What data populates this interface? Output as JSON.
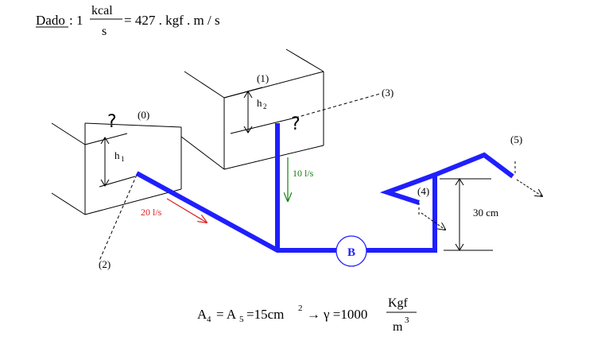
{
  "header": {
    "dado_label": "Dado",
    "colon": ":",
    "one": "1",
    "frac_num": "kcal",
    "frac_den": "s",
    "equals_rest": "= 427 . kgf . m / s"
  },
  "labels": {
    "p0": "(0)",
    "p1": "(1)",
    "p2": "(2)",
    "p3": "(3)",
    "p4": "(4)",
    "p5": "(5)",
    "h1": "h",
    "h1_sub": "1",
    "h2": "h",
    "h2_sub": "2",
    "flow_20": "20 l/s",
    "flow_10": "10 l/s",
    "height_30": "30 cm",
    "pump": "B",
    "question_mark": "?"
  },
  "footer": {
    "a4": "A",
    "a4_sub": "4",
    "eq1": "= A",
    "a5_sub": "5",
    "eq2": "=15cm",
    "sq": "2",
    "arrow": "→",
    "gamma": "γ =1000",
    "unit_num": "Kgf",
    "unit_den": "m",
    "cube": "3"
  },
  "colors": {
    "pipe": "#1f1fff",
    "flow_20": "#e02020",
    "flow_10": "#108010",
    "line": "#000000"
  }
}
